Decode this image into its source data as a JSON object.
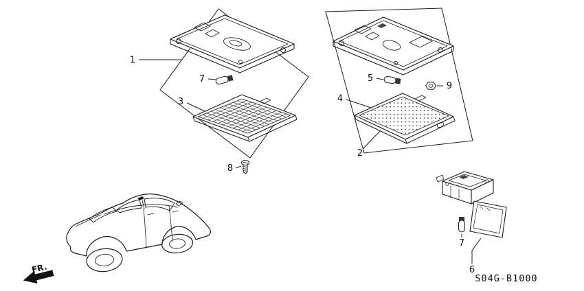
{
  "diagram": {
    "code": "S04G-B1000",
    "direction_label": "FR."
  },
  "callouts": [
    {
      "label": "1"
    },
    {
      "label": "7"
    },
    {
      "label": "3"
    },
    {
      "label": "8"
    },
    {
      "label": "5"
    },
    {
      "label": "9"
    },
    {
      "label": "4"
    },
    {
      "label": "2"
    },
    {
      "label": "7"
    },
    {
      "label": "6"
    }
  ],
  "colors": {
    "background": "#ffffff",
    "line": "#1c1c1c"
  }
}
